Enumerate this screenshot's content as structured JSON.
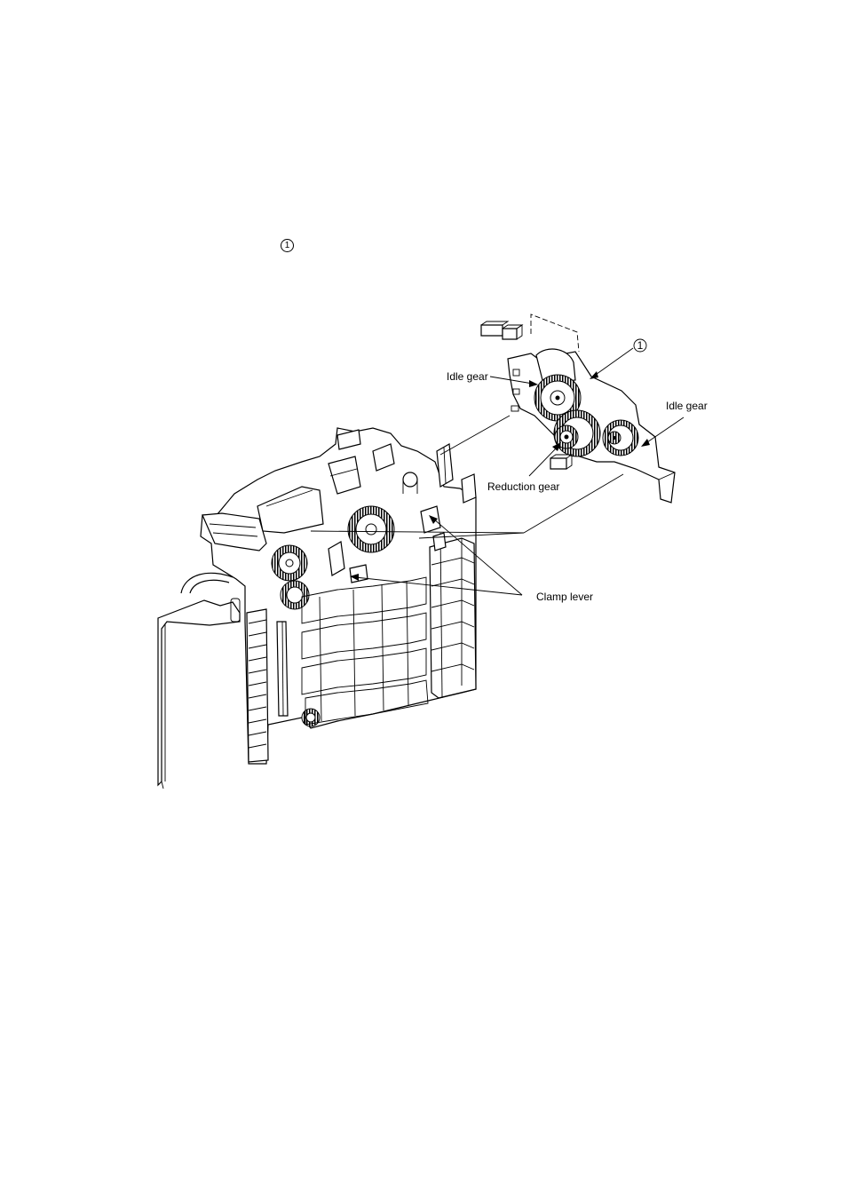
{
  "step_marker": "1",
  "figure": {
    "labels": {
      "part_marker": "1",
      "idle_gear_left": "Idle gear",
      "idle_gear_right": "Idle gear",
      "reduction_gear": "Reduction gear",
      "clamp_lever": "Clamp lever"
    }
  }
}
